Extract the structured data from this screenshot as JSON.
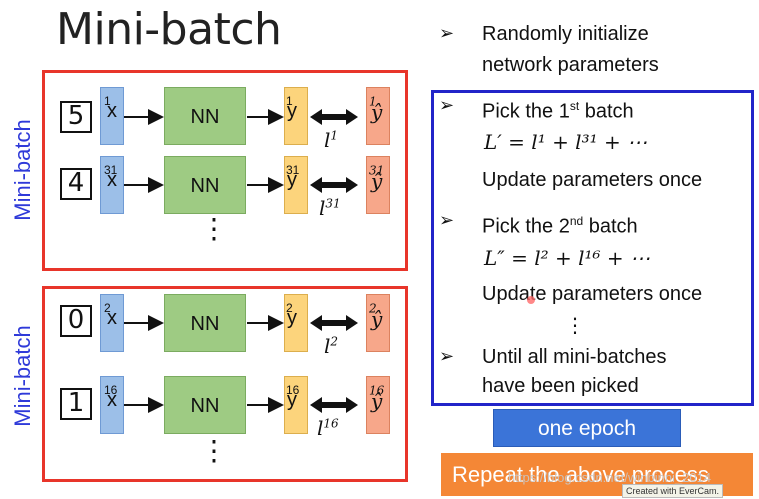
{
  "title": "Mini-batch",
  "vertical_label": "Mini-batch",
  "mini_batch_1": {
    "rows": [
      {
        "digit": "5",
        "x": "x",
        "x_sup": "1",
        "nn": "NN",
        "y": "y",
        "y_sup": "1",
        "yhat": "ŷ",
        "yhat_sup": "1",
        "loss": "l",
        "loss_sup": "1"
      },
      {
        "digit": "4",
        "x": "x",
        "x_sup": "31",
        "nn": "NN",
        "y": "y",
        "y_sup": "31",
        "yhat": "ŷ",
        "yhat_sup": "31",
        "loss": "l",
        "loss_sup": "31"
      }
    ],
    "ellipsis": "⋮"
  },
  "mini_batch_2": {
    "rows": [
      {
        "digit": "0",
        "x": "x",
        "x_sup": "2",
        "nn": "NN",
        "y": "y",
        "y_sup": "2",
        "yhat": "ŷ",
        "yhat_sup": "2",
        "loss": "l",
        "loss_sup": "2"
      },
      {
        "digit": "1",
        "x": "x",
        "x_sup": "16",
        "nn": "NN",
        "y": "y",
        "y_sup": "16",
        "yhat": "ŷ",
        "yhat_sup": "16",
        "loss": "l",
        "loss_sup": "16"
      }
    ],
    "ellipsis": "⋮"
  },
  "steps": {
    "bullet": "➢",
    "init_line1": "Randomly initialize",
    "init_line2": "network parameters",
    "pick1_prefix": "Pick the 1",
    "pick1_sup": "st",
    "pick1_suffix": " batch",
    "loss1": "L′ = l¹ + l³¹ + ⋯",
    "update1": "Update parameters once",
    "pick2_prefix": "Pick the 2",
    "pick2_sup": "nd",
    "pick2_suffix": " batch",
    "loss2": "L″ = l² + l¹⁶ + ⋯",
    "update2": "Update parameters once",
    "ellipsis": "⋮",
    "until_line1": "Until all mini-batches",
    "until_line2": "have been picked"
  },
  "buttons": {
    "one_epoch": "one epoch",
    "repeat": "Repeat the above process"
  },
  "watermark": "https://blog.csdn.net/winbinni_2014",
  "evercam_label": "Created with EverCam.",
  "colors": {
    "red_border": "#e8352a",
    "blue_border": "#2224c9",
    "x_fill": "#9cbfe8",
    "nn_fill": "#9ecb83",
    "y_fill": "#fcd47c",
    "yhat_fill": "#f7a78a",
    "epoch_button": "#3b74d8",
    "repeat_button": "#f48736",
    "label_blue": "#2f3ad9"
  }
}
